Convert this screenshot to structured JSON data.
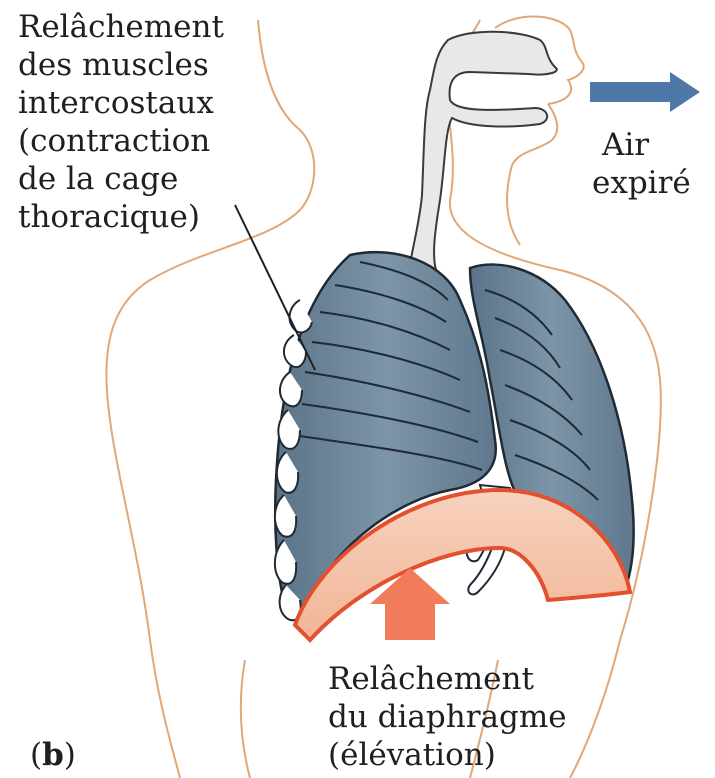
{
  "labels": {
    "intercostal": {
      "lines": [
        "Relâchement",
        "des muscles",
        "intercostaux",
        "(contraction",
        "de la cage",
        "thoracique)"
      ]
    },
    "air": {
      "lines": [
        "Air",
        "expiré"
      ]
    },
    "diaphragm": {
      "lines": [
        "Relâchement",
        "du diaphragme",
        "(élévation)"
      ]
    },
    "panel": {
      "open": "(",
      "letter": "b",
      "close": ")"
    }
  },
  "colors": {
    "body_outline": "#e0a878",
    "airway_fill": "#e6e6e6",
    "lung_fill": "#6b8498",
    "lung_dark": "#4a6278",
    "diaphragm_fill": "#f6c9b1",
    "diaphragm_stroke": "#e2502f",
    "up_arrow": "#f07c5c",
    "air_arrow": "#4d78a8"
  },
  "icons": {
    "air_arrow": "arrow-right-icon",
    "up_arrow": "arrow-up-icon"
  }
}
